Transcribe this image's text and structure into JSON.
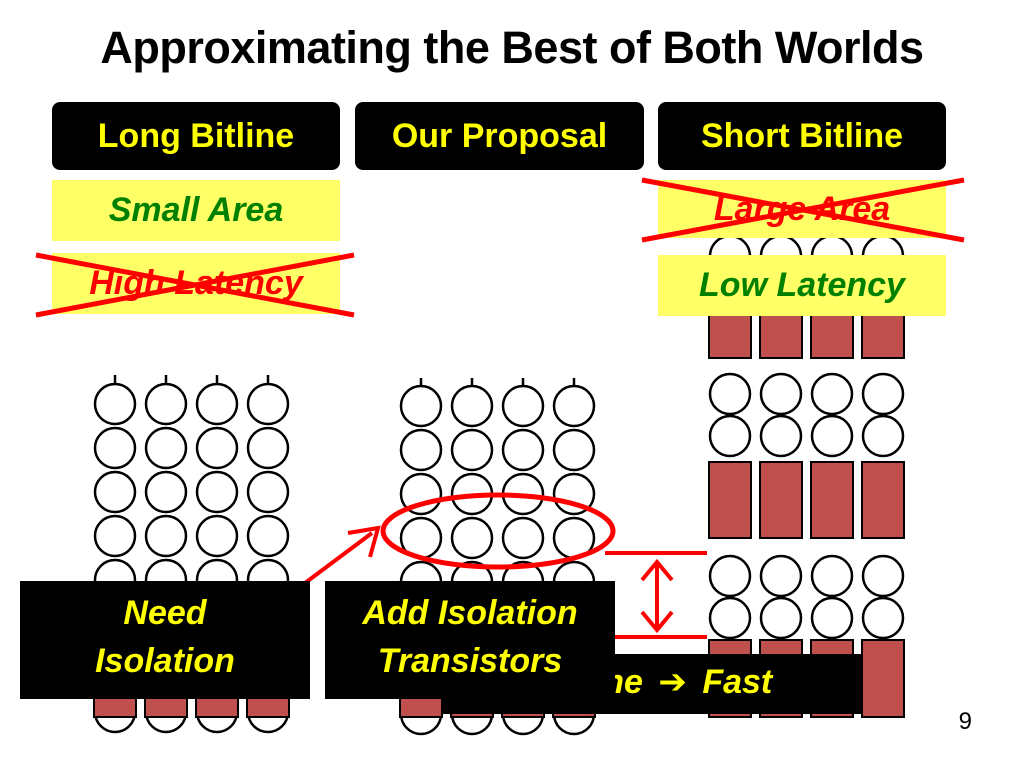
{
  "slide": {
    "title": "Approximating the Best of Both Worlds",
    "page_number": "9"
  },
  "headers": {
    "long": "Long Bitline",
    "proposal": "Our Proposal",
    "short": "Short Bitline"
  },
  "tags": {
    "small_area": "Small Area",
    "high_latency": "High Latency",
    "large_area": "Large Area",
    "low_latency": "Low Latency"
  },
  "callouts": {
    "need_isolation_line1": "Need",
    "need_isolation_line2": "Isolation",
    "add_isolation_line1": "Add Isolation",
    "add_isolation_line2": "Transistors",
    "fast_text": "tline",
    "fast_arrow": "➔",
    "fast_word": "Fast"
  },
  "colors": {
    "accent_red": "#ff0000",
    "header_bg": "#000000",
    "header_text": "#ffff00",
    "tag_bg": "#ffff66",
    "good_text": "#008000",
    "sense_amp": "#c0504d"
  }
}
